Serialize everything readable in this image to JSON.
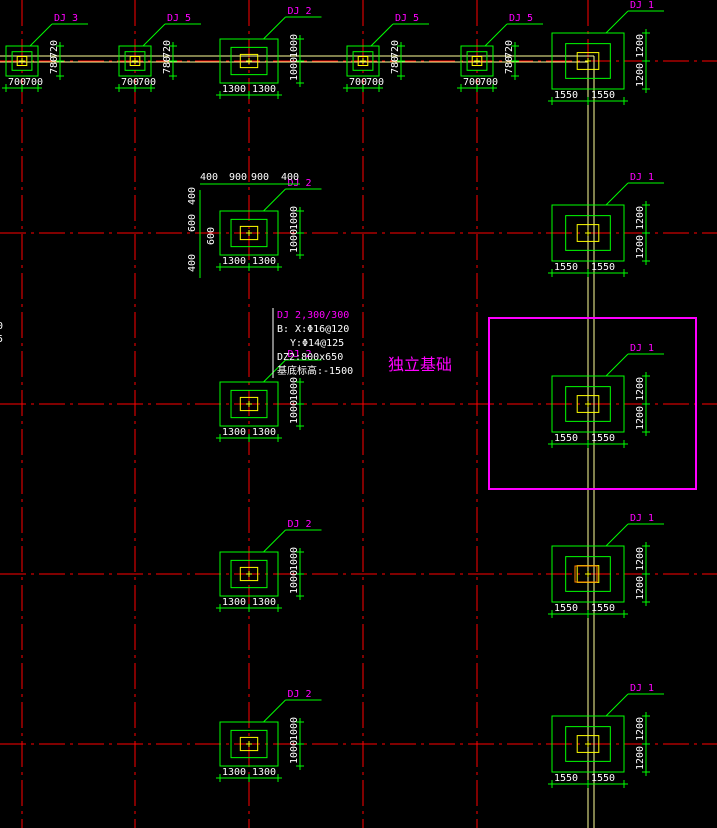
{
  "colors": {
    "background": "#000000",
    "axis": "#ff0000",
    "footing": "#00ff00",
    "column": "#ffff00",
    "tag": "#ff00ff",
    "dimension": "#ffffff",
    "beam": "#ffff99",
    "highlight": "#ff00ff"
  },
  "labels": {
    "dj1": "DJ 1",
    "dj2": "DJ 2",
    "dj5": "DJ 5",
    "dj3": "DJ 3"
  },
  "detail_note": {
    "title": "DJ 2,300/300",
    "line_b": "B: X:Φ16@120",
    "line_y": "Y:Φ14@125",
    "line_dz": "DZ2:800x650",
    "line_elev": "基底标高:-1500"
  },
  "highlight_label": "独立基础",
  "left_edge_fragments": [
    "0",
    "5"
  ],
  "dims": {
    "dj1": {
      "h1": "1550",
      "h2": "1550",
      "v1": "1200",
      "v2": "1200"
    },
    "dj2": {
      "h1": "1300",
      "h2": "1300",
      "v1": "1000",
      "v2": "1000"
    },
    "dj5": {
      "h1": "700",
      "h2": "700",
      "v1": "720",
      "v2": "780"
    },
    "dj2_detail": {
      "top": [
        "400",
        "900",
        "900",
        "400"
      ],
      "left": [
        "400",
        "600",
        "600",
        "400"
      ]
    }
  }
}
